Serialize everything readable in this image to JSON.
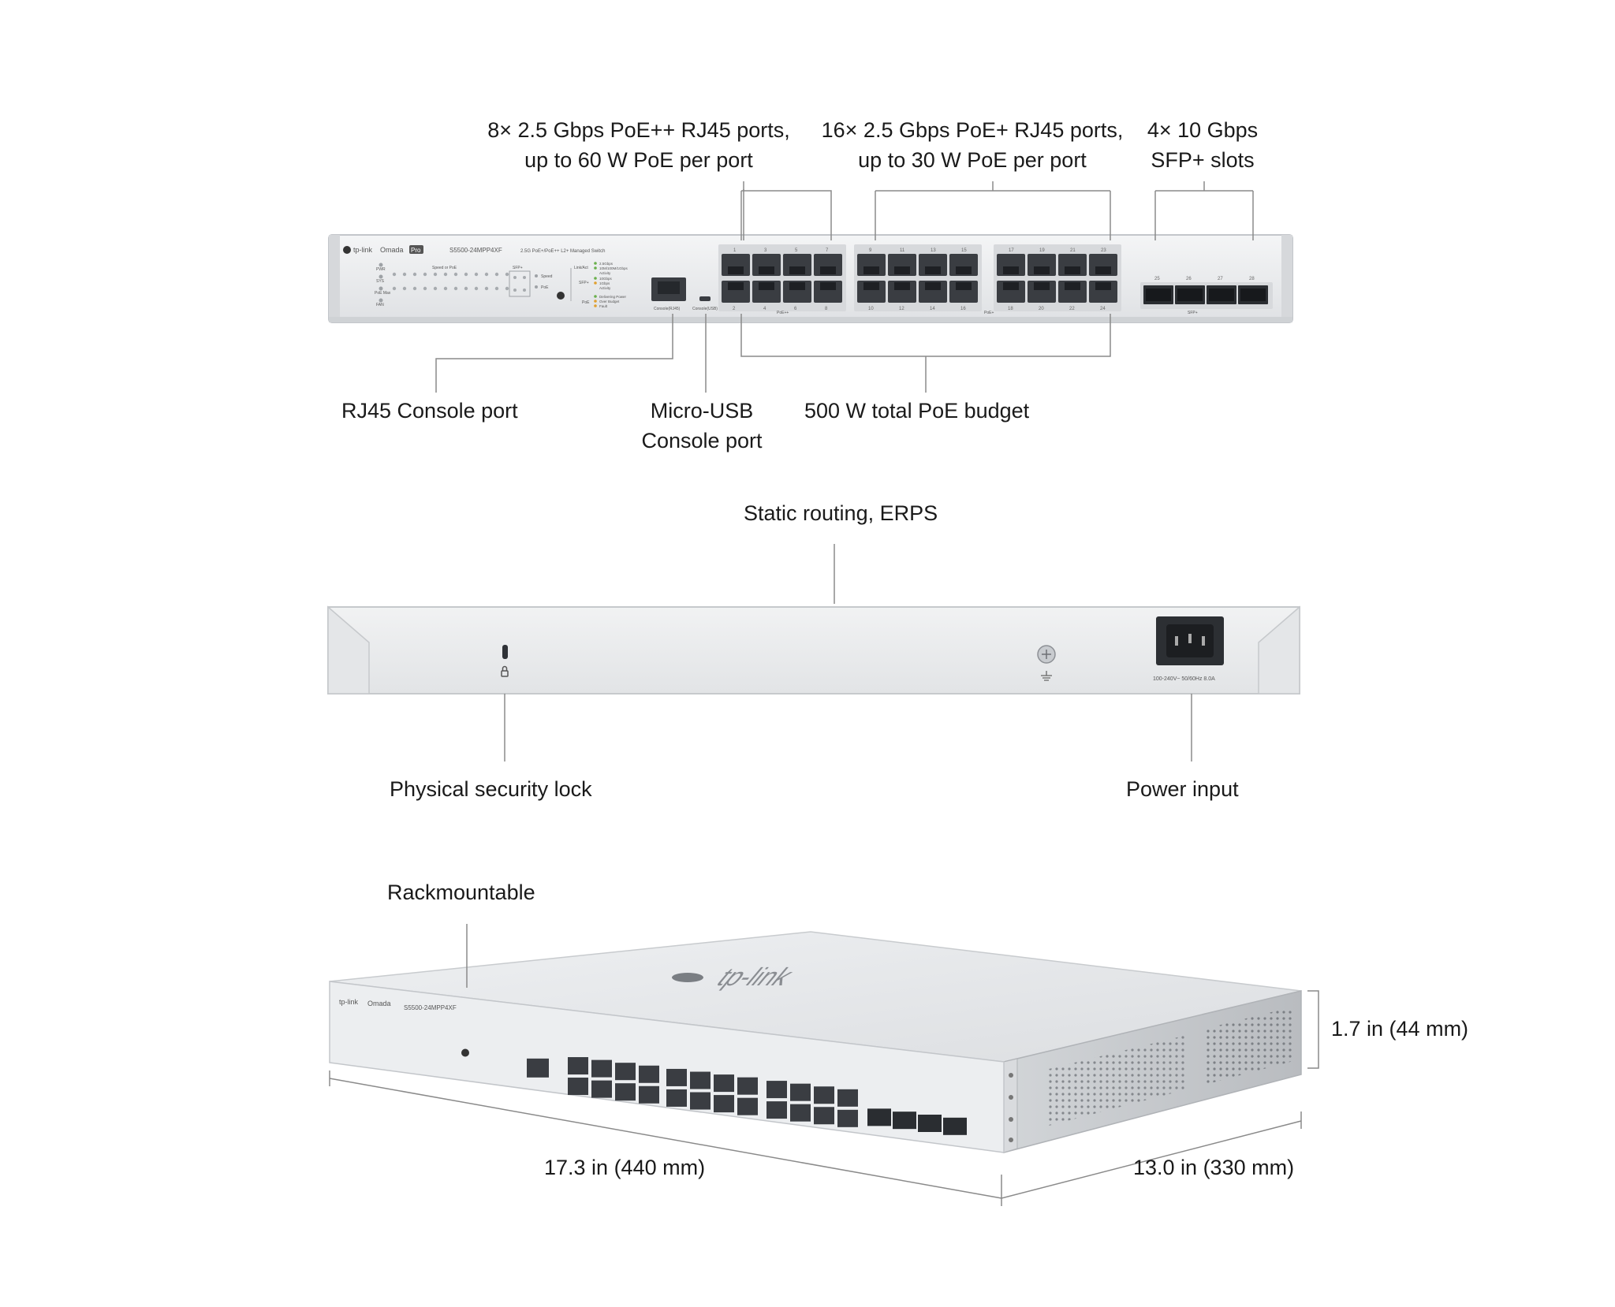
{
  "front_panel": {
    "brand": "tp-link",
    "series": "Omada",
    "series_badge": "Pro",
    "model": "S5500-24MPP4XF",
    "description": "2.5G PoE+/PoE++ L2+ Managed Switch",
    "group_labels": {
      "poe_pp": "PoE++",
      "poe_p": "PoE+",
      "sfp": "SFP+"
    },
    "console_rj45": "Console(RJ45)",
    "console_usb": "Console(USB)",
    "status_leds": [
      "PWR",
      "SYS",
      "PoE Max",
      "FAN"
    ],
    "speed_poe_label": "Speed or PoE",
    "sfp_leds_label": "SFP+",
    "mode_buttons": [
      "Speed",
      "PoE"
    ],
    "legend": {
      "link_act": "Link/Act",
      "link_act_items": [
        "2.5Gbps",
        "10M/100M/1Gbps",
        "Activity"
      ],
      "sfp": "SFP+",
      "sfp_items": [
        "10Gbps",
        "1Gbps",
        "Activity"
      ],
      "poe": "PoE",
      "poe_items": [
        "Delivering Power",
        "Over Budget",
        "Fault"
      ]
    },
    "port_numbers_top": [
      "1",
      "3",
      "5",
      "7",
      "9",
      "11",
      "13",
      "15",
      "17",
      "19",
      "21",
      "23"
    ],
    "port_numbers_bottom": [
      "2",
      "4",
      "6",
      "8",
      "10",
      "12",
      "14",
      "16",
      "18",
      "20",
      "22",
      "24"
    ],
    "sfp_numbers": [
      "25",
      "26",
      "27",
      "28"
    ]
  },
  "back_panel": {
    "power_rating": "100-240V~ 50/60Hz 8.0A"
  },
  "callouts": {
    "poe_pp_ports": [
      "8× 2.5 Gbps PoE++ RJ45 ports,",
      "up to 60 W PoE per port"
    ],
    "poe_p_ports": [
      "16× 2.5 Gbps PoE+ RJ45 ports,",
      "up to 30 W PoE per port"
    ],
    "sfp_slots": [
      "4× 10 Gbps",
      "SFP+ slots"
    ],
    "rj45_console": "RJ45 Console port",
    "usb_console": [
      "Micro-USB",
      "Console port"
    ],
    "poe_budget": "500 W total PoE budget",
    "static_routing": "Static routing, ERPS",
    "security_lock": "Physical security lock",
    "power_input": "Power input",
    "rackmount": "Rackmountable",
    "height": "1.7 in (44 mm)",
    "width": "17.3 in (440 mm)",
    "depth": "13.0 in (330 mm)"
  },
  "colors": {
    "chassis": "#e9eaec",
    "chassis_edge": "#c9cbce",
    "port": "#3a3d42",
    "callout_line": "#8a8a8a"
  }
}
